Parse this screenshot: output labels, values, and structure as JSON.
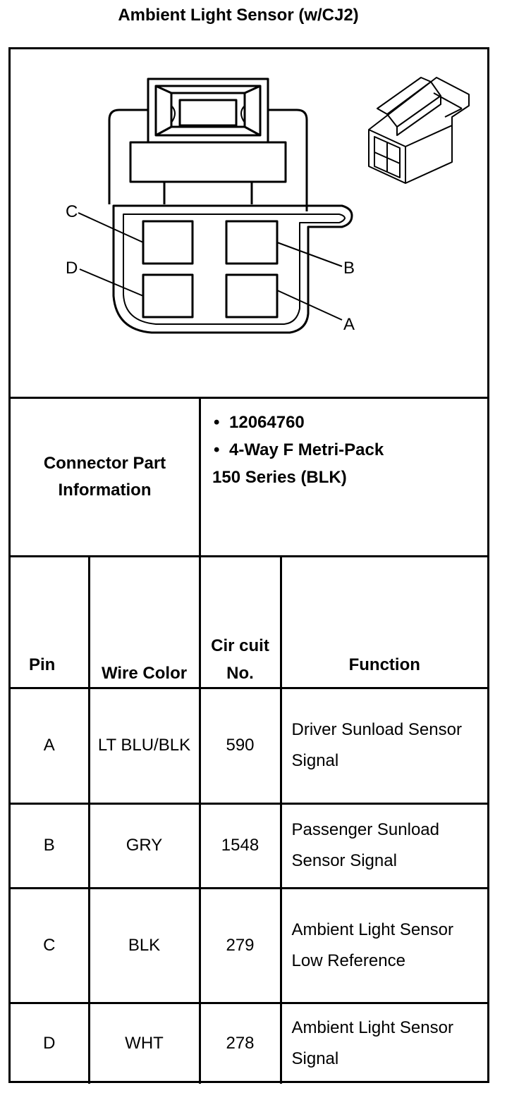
{
  "title": "Ambient Light Sensor (w/CJ2)",
  "diagram": {
    "labels": {
      "c": "C",
      "d": "D",
      "b": "B",
      "a": "A"
    }
  },
  "connector_info": {
    "label": "Connector Part Information",
    "items": [
      "12064760",
      "4-Way F Metri-Pack"
    ],
    "note": "150 Series (BLK)"
  },
  "pin_table": {
    "headers": {
      "pin": "Pin",
      "wire_color": "Wire Color",
      "circuit": "Cir cuit No.",
      "function": "Function"
    },
    "rows": [
      {
        "pin": "A",
        "wire_color": "LT BLU/BLK",
        "circuit": "590",
        "function": "Driver Sunload Sensor Signal"
      },
      {
        "pin": "B",
        "wire_color": "GRY",
        "circuit": "1548",
        "function": "Passenger Sunload Sensor Signal"
      },
      {
        "pin": "C",
        "wire_color": "BLK",
        "circuit": "279",
        "function": "Ambient Light Sensor Low Reference"
      },
      {
        "pin": "D",
        "wire_color": "WHT",
        "circuit": "278",
        "function": "Ambient Light Sensor Signal"
      }
    ]
  }
}
